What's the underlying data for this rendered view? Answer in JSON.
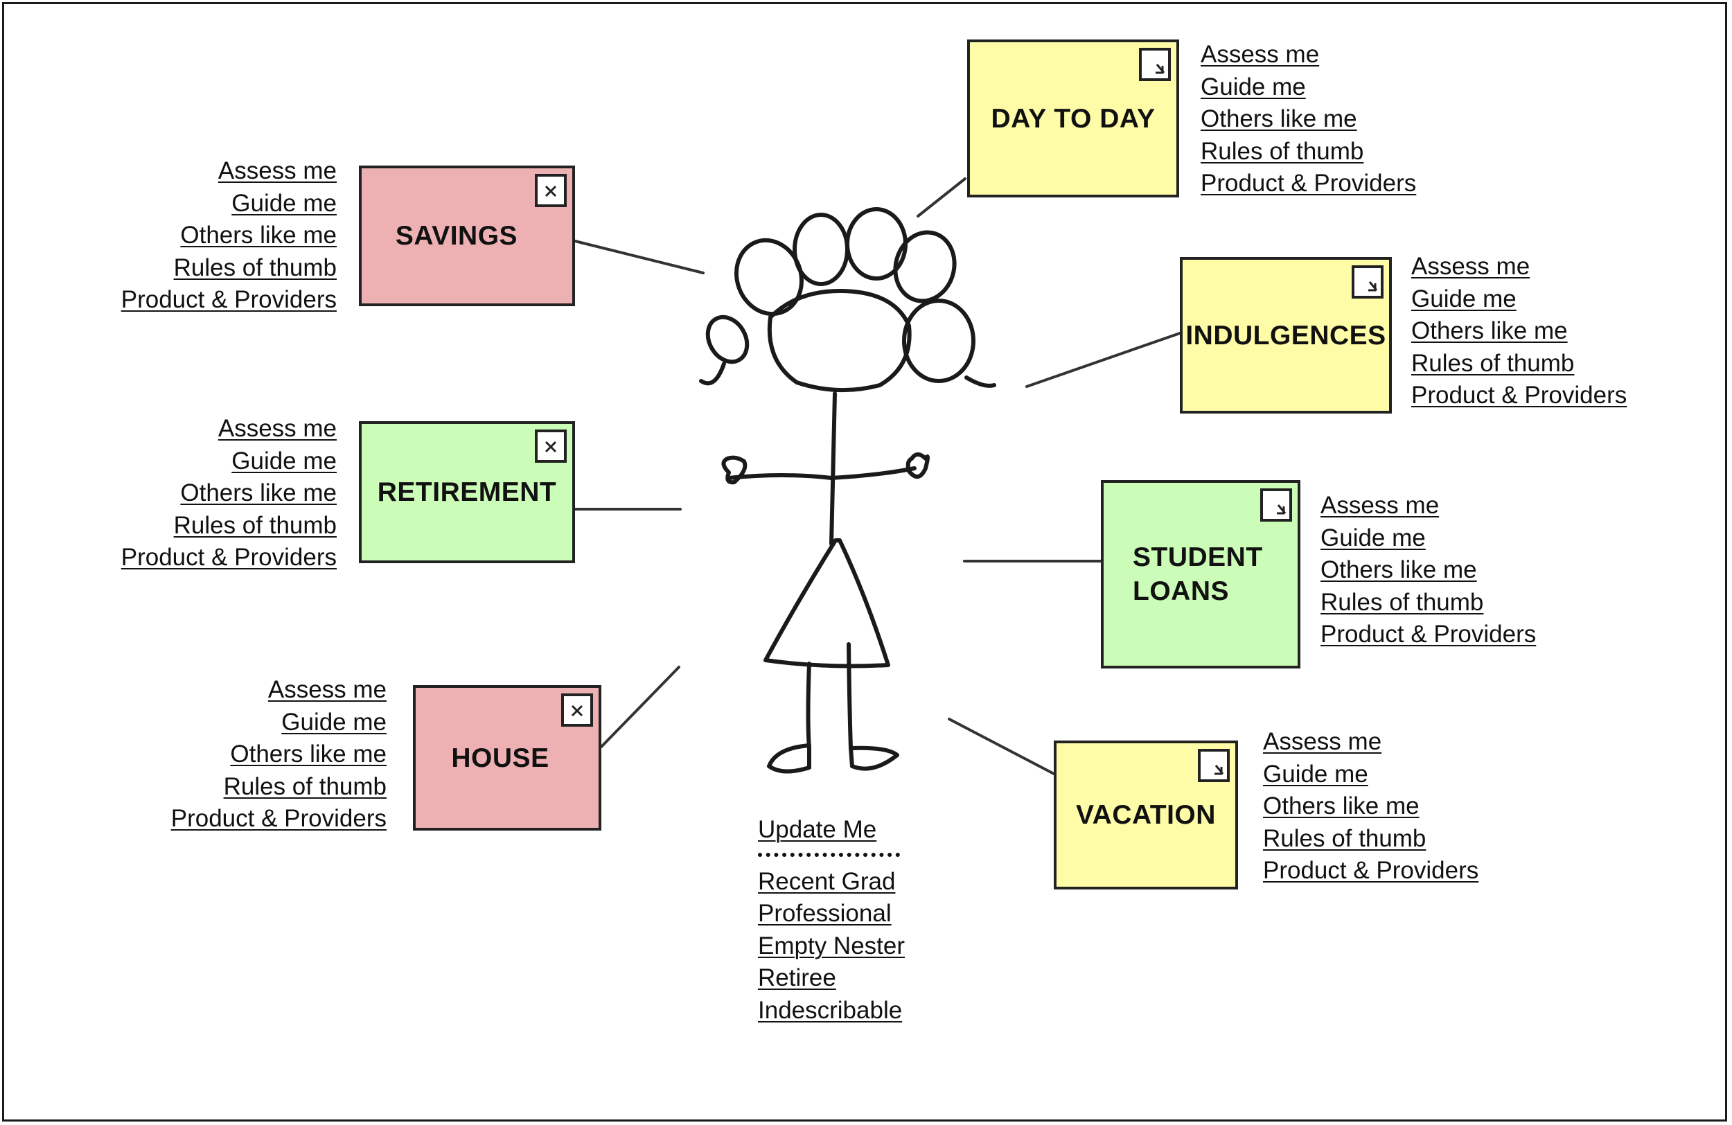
{
  "link_labels": [
    "Assess me",
    "Guide me",
    "Others like me",
    "Rules of thumb",
    "Product & Providers"
  ],
  "colors": {
    "pink": "#eeb1b3",
    "green": "#ccfdb8",
    "yellow": "#fefca7"
  },
  "goals": {
    "savings": {
      "title": "SAVINGS",
      "color": "pink",
      "icon": "expand-icon"
    },
    "retirement": {
      "title": "RETIREMENT",
      "color": "green",
      "icon": "expand-icon"
    },
    "house": {
      "title": "HOUSE",
      "color": "pink",
      "icon": "expand-icon"
    },
    "day_to_day": {
      "title": "DAY TO DAY",
      "color": "yellow",
      "icon": "expand-icon"
    },
    "indulgences": {
      "title": "INDULGENCES",
      "color": "yellow",
      "icon": "expand-icon"
    },
    "student_loans": {
      "title_line1": "STUDENT",
      "title_line2": "LOANS",
      "color": "green",
      "icon": "expand-icon"
    },
    "vacation": {
      "title": "VACATION",
      "color": "yellow",
      "icon": "expand-icon"
    }
  },
  "profile": {
    "update_label": "Update Me",
    "options": [
      "Recent Grad",
      "Professional",
      "Empty Nester",
      "Retiree",
      "Indescribable"
    ]
  }
}
